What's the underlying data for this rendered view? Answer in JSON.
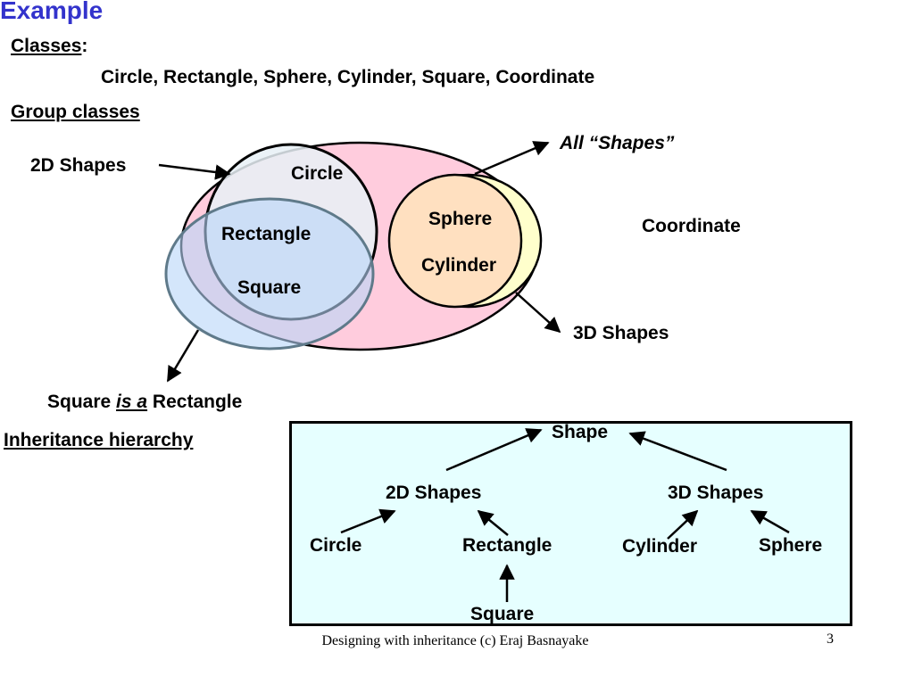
{
  "title": "Example",
  "classes": {
    "heading": "Classes",
    "colon": ":",
    "list": "Circle, Rectangle, Sphere, Cylinder, Square, Coordinate"
  },
  "group_classes": {
    "heading": "Group classes",
    "label_2d": "2D Shapes",
    "label_all": "All “Shapes”",
    "label_3d": "3D Shapes",
    "circle": "Circle",
    "rectangle": "Rectangle",
    "square": "Square",
    "sphere": "Sphere",
    "cylinder": "Cylinder",
    "coordinate": "Coordinate",
    "square_is_a_pre": "Square",
    "square_is_a_mid": "is a",
    "square_is_a_post": "Rectangle"
  },
  "hierarchy": {
    "heading": "Inheritance hierarchy",
    "shape": "Shape",
    "shapes_2d": "2D Shapes",
    "shapes_3d": "3D Shapes",
    "circle": "Circle",
    "rectangle": "Rectangle",
    "cylinder": "Cylinder",
    "sphere": "Sphere",
    "square": "Square"
  },
  "footer": {
    "text": "Designing with inheritance (c) Eraj Basnayake",
    "page": "3"
  },
  "colors": {
    "title": "#3333cc",
    "all_shapes_fill": "#ffccdd",
    "circle_fill": "#e8f4f8",
    "rect_fill": "#c8ddf8",
    "shapes3d_fill": "#ffffcc",
    "sphere_fill": "#ffe0c0",
    "box_fill": "#e6ffff"
  }
}
